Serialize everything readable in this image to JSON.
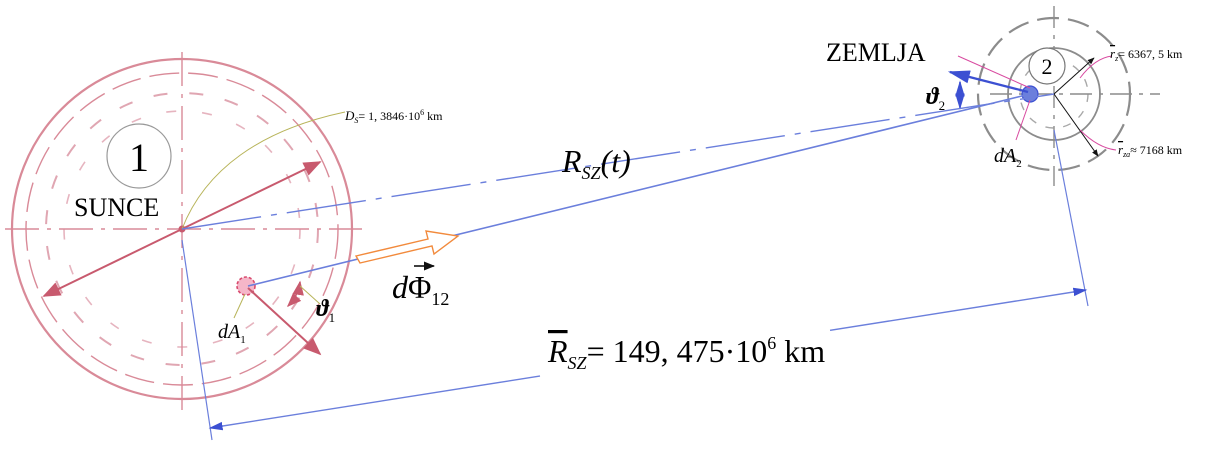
{
  "sun": {
    "number": "1",
    "name": "SUNCE",
    "diameter_label_sym": "D",
    "diameter_label_sub": "S",
    "diameter_label_value": "= 1, 3846·10",
    "diameter_label_exp": "6",
    "diameter_label_unit": " km"
  },
  "earth": {
    "number": "2",
    "name": "ZEMLJA",
    "radius_label_sym": "r",
    "radius_label_sub": "z",
    "radius_label_value": "= 6367, 5 km",
    "radius_label2_sym": "r",
    "radius_label2_sub": "za",
    "radius_label2_value": "≈ 7168 km"
  },
  "labels": {
    "distance_sym": "R",
    "distance_sub": "SZ",
    "distance_arg": "(t)",
    "flux_d": "d",
    "flux_sym": "Φ",
    "flux_sub": "12",
    "theta1_sym": "ϑ",
    "theta1_sub": "1",
    "theta2_sym": "ϑ",
    "theta2_sub": "2",
    "dA1_sym": "dA",
    "dA1_sub": "1",
    "dA2_sym": "dA",
    "dA2_sub": "2",
    "mean_distance_sym": "R",
    "mean_distance_sub": "SZ",
    "mean_distance_value": "= 149, 475·10",
    "mean_distance_exp": "6",
    "mean_distance_unit": " km"
  },
  "colors": {
    "sun": "#d98a98",
    "sun_arrow": "#c85a6e",
    "earth": "#8c8c8c",
    "ray": "#6b7fdc",
    "arrow_blue": "#3c50d2",
    "flux_arrow": "#f28a3c",
    "leader_yellow": "#b8b45a",
    "leader_magenta": "#d84aa0"
  }
}
